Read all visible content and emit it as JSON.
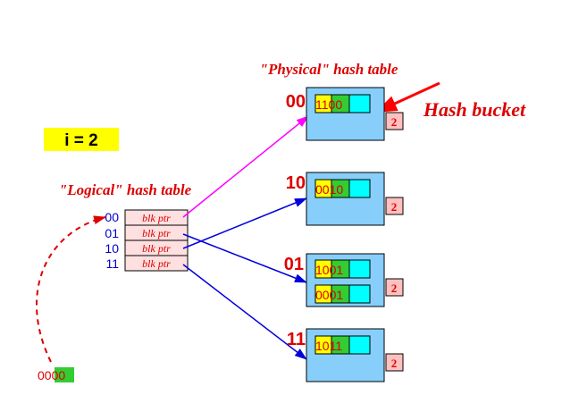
{
  "variable_label": "i = 2",
  "physical_title": "\"Physical\" hash table",
  "logical_title": "\"Logical\" hash table",
  "hash_bucket_label": "Hash bucket",
  "logical_table": {
    "rows": [
      {
        "index": "00",
        "ptr": "blk ptr"
      },
      {
        "index": "01",
        "ptr": "blk ptr"
      },
      {
        "index": "10",
        "ptr": "blk ptr"
      },
      {
        "index": "11",
        "ptr": "blk ptr"
      }
    ]
  },
  "buckets": [
    {
      "id": "00",
      "local_depth": "2",
      "records": [
        {
          "prefix": "11",
          "suffix": "00"
        }
      ]
    },
    {
      "id": "10",
      "local_depth": "2",
      "records": [
        {
          "prefix": "00",
          "suffix": "10"
        }
      ]
    },
    {
      "id": "01",
      "local_depth": "2",
      "records": [
        {
          "prefix": "10",
          "suffix": "01"
        },
        {
          "prefix": "00",
          "suffix": "01"
        }
      ]
    },
    {
      "id": "11",
      "local_depth": "2",
      "records": [
        {
          "prefix": "10",
          "suffix": "11"
        }
      ]
    }
  ],
  "search_key": {
    "prefix": "00",
    "suffix": "00"
  },
  "colors": {
    "label_red": "#dd0000",
    "bucket_fill": "#87cefa",
    "record_yellow": "#ffff00",
    "record_green": "#33cc33",
    "record_cyan": "#00ffff",
    "depth_pink": "#ffc0c0",
    "ptr_row_pink": "#ffe0e0",
    "index_blue": "#0000cc",
    "arrow_blue": "#0000dd",
    "arrow_magenta": "#ff00ff",
    "var_yellow": "#ffff00"
  }
}
